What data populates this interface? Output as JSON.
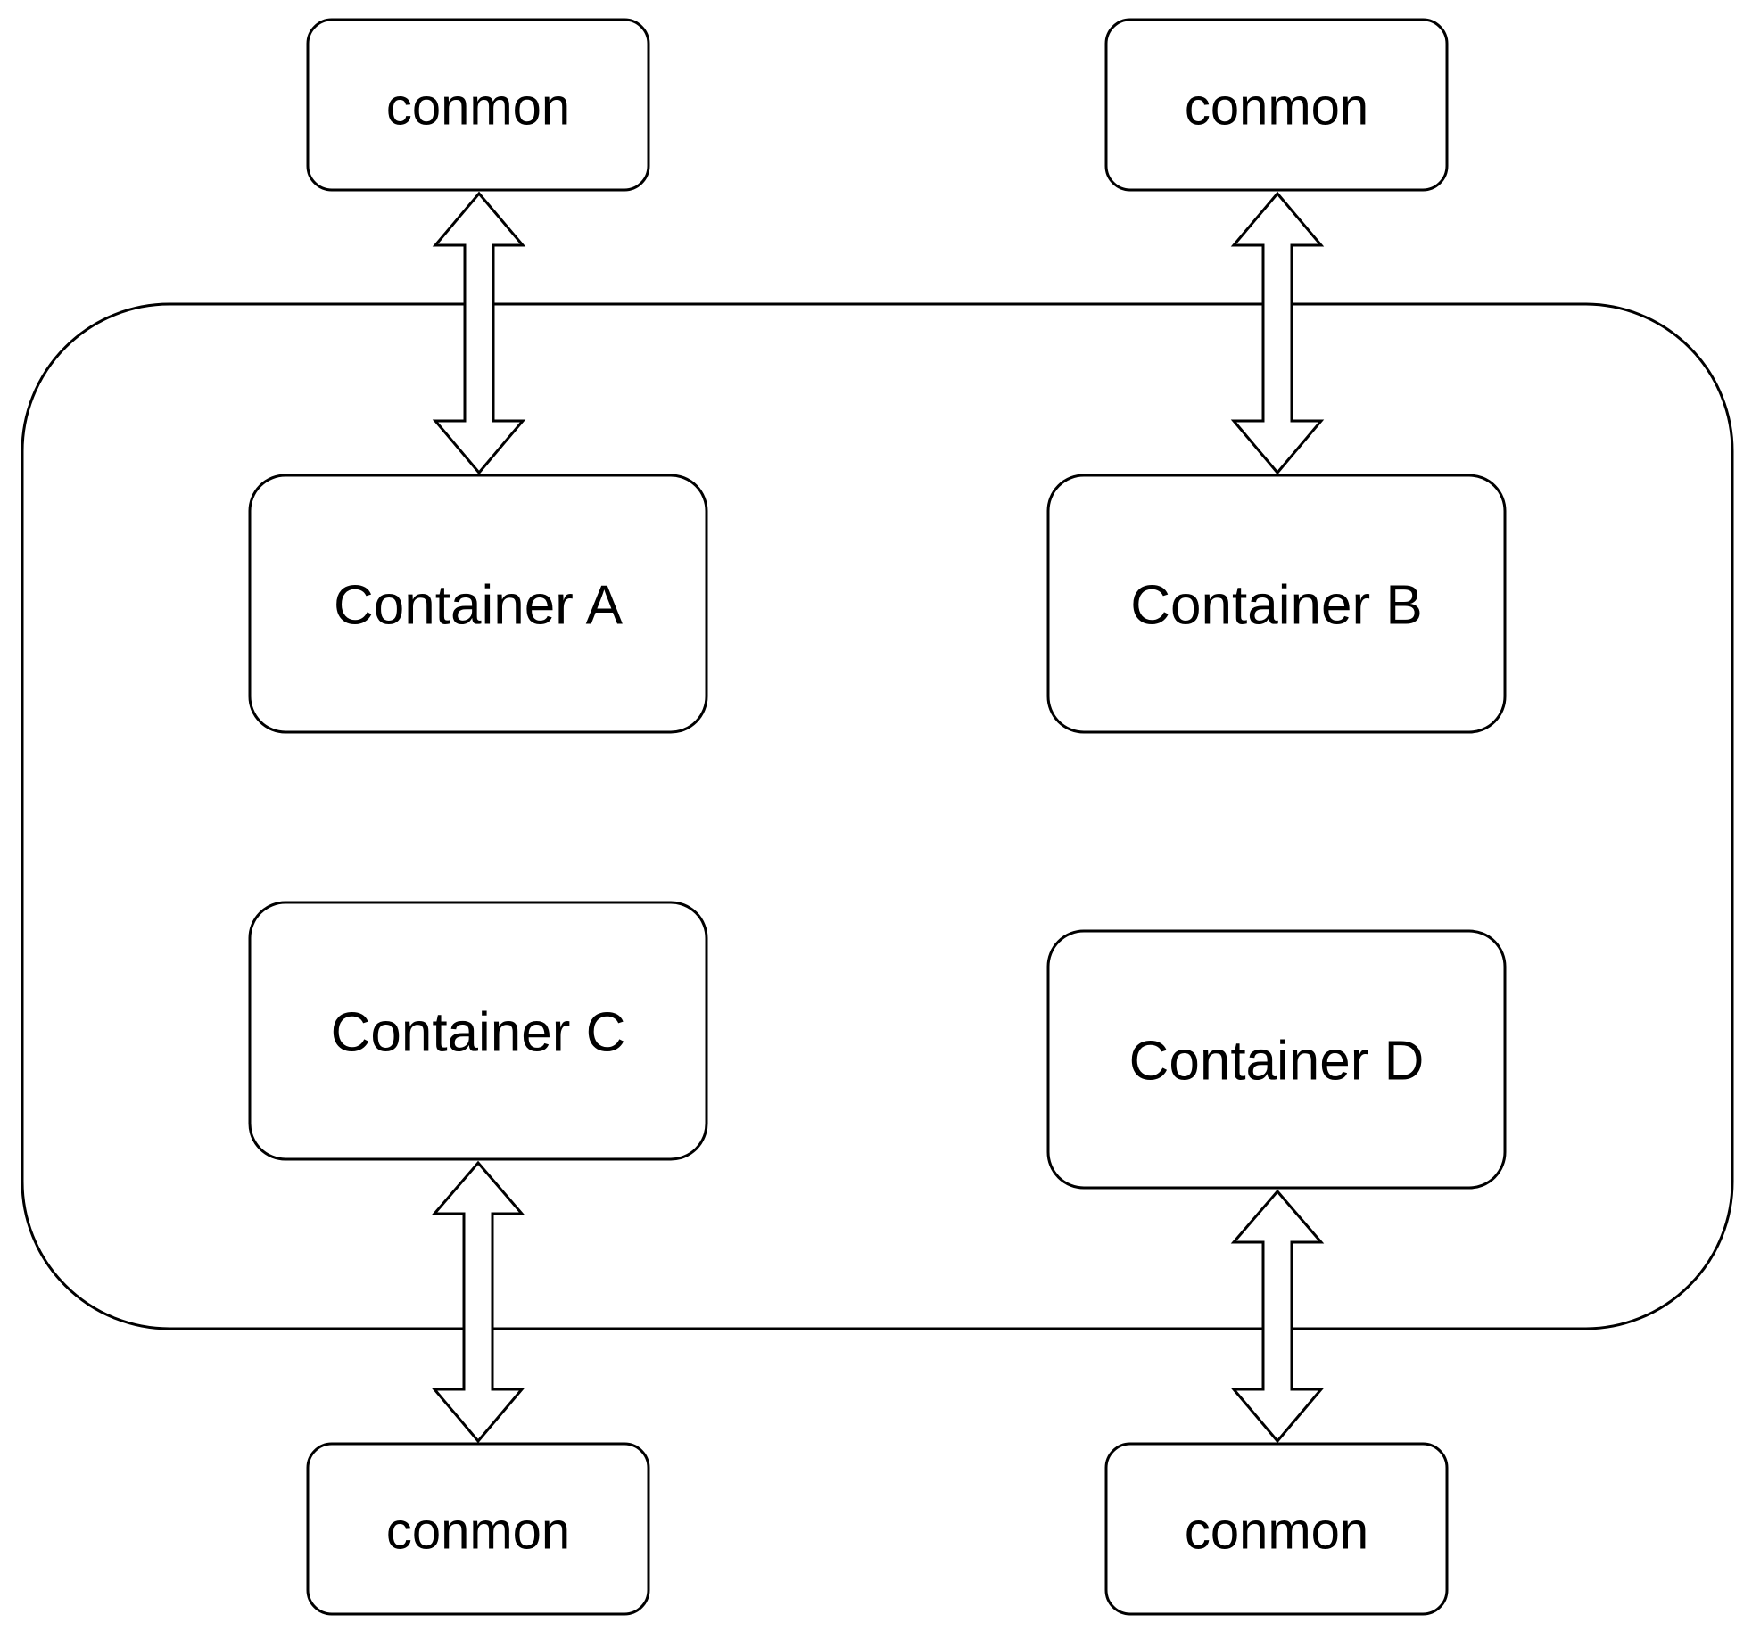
{
  "colors": {
    "stroke": "#000000",
    "fill": "#ffffff",
    "text": "#000000"
  },
  "pod": {},
  "containers": {
    "a": {
      "label": "Container A"
    },
    "b": {
      "label": "Container B"
    },
    "c": {
      "label": "Container C"
    },
    "d": {
      "label": "Container D"
    }
  },
  "conmons": {
    "top_left": {
      "label": "conmon"
    },
    "top_right": {
      "label": "conmon"
    },
    "bottom_left": {
      "label": "conmon"
    },
    "bottom_right": {
      "label": "conmon"
    }
  },
  "connections": [
    {
      "from": "conmons.top_left",
      "to": "containers.a",
      "direction": "bidirectional"
    },
    {
      "from": "conmons.top_right",
      "to": "containers.b",
      "direction": "bidirectional"
    },
    {
      "from": "containers.c",
      "to": "conmons.bottom_left",
      "direction": "bidirectional"
    },
    {
      "from": "containers.d",
      "to": "conmons.bottom_right",
      "direction": "bidirectional"
    }
  ]
}
